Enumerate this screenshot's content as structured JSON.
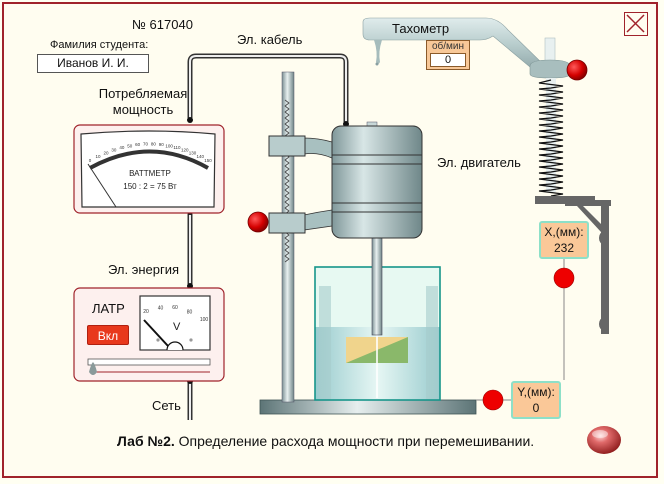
{
  "header": {
    "number": "№ 617040",
    "student_label": "Фамилия студента:",
    "student_name": "Иванов И. И."
  },
  "labels": {
    "consumed_power": [
      "Потребляемая",
      "мощность"
    ],
    "cable": "Эл. кабель",
    "energy": "Эл. энергия",
    "network": "Сеть",
    "motor": "Эл. двигатель"
  },
  "tachometer": {
    "title": "Тахометр",
    "unit": "об/мин",
    "value": "0"
  },
  "wattmeter": {
    "title": "ВАТТМЕТР",
    "formula": "150 : 2 = 75 Вт",
    "scale_ticks": [
      "0",
      "10",
      "20",
      "30",
      "40",
      "50",
      "60",
      "70",
      "80",
      "90",
      "100",
      "110",
      "120",
      "130",
      "140",
      "150"
    ],
    "reading_fraction": 0.0
  },
  "latr": {
    "title": "ЛАТР",
    "power_button": "Вкл",
    "voltmeter_unit": "V",
    "voltmeter_ticks": [
      "20",
      "40",
      "60",
      "80",
      "100"
    ],
    "slider_fraction": 0.0
  },
  "readouts": {
    "x_label": "X,(мм):",
    "x_value": "232",
    "y_label": "Y,(мм):",
    "y_value": "0"
  },
  "footer": {
    "lab_bold": "Лаб №2.",
    "lab_title": " Определение расхода мощности при перемешивании."
  },
  "colors": {
    "frame": "#a0232b",
    "knob_red": "#e00000",
    "readout_bg": "#fac898",
    "readout_border": "#8de0c8",
    "water": "#a8d8d8"
  }
}
